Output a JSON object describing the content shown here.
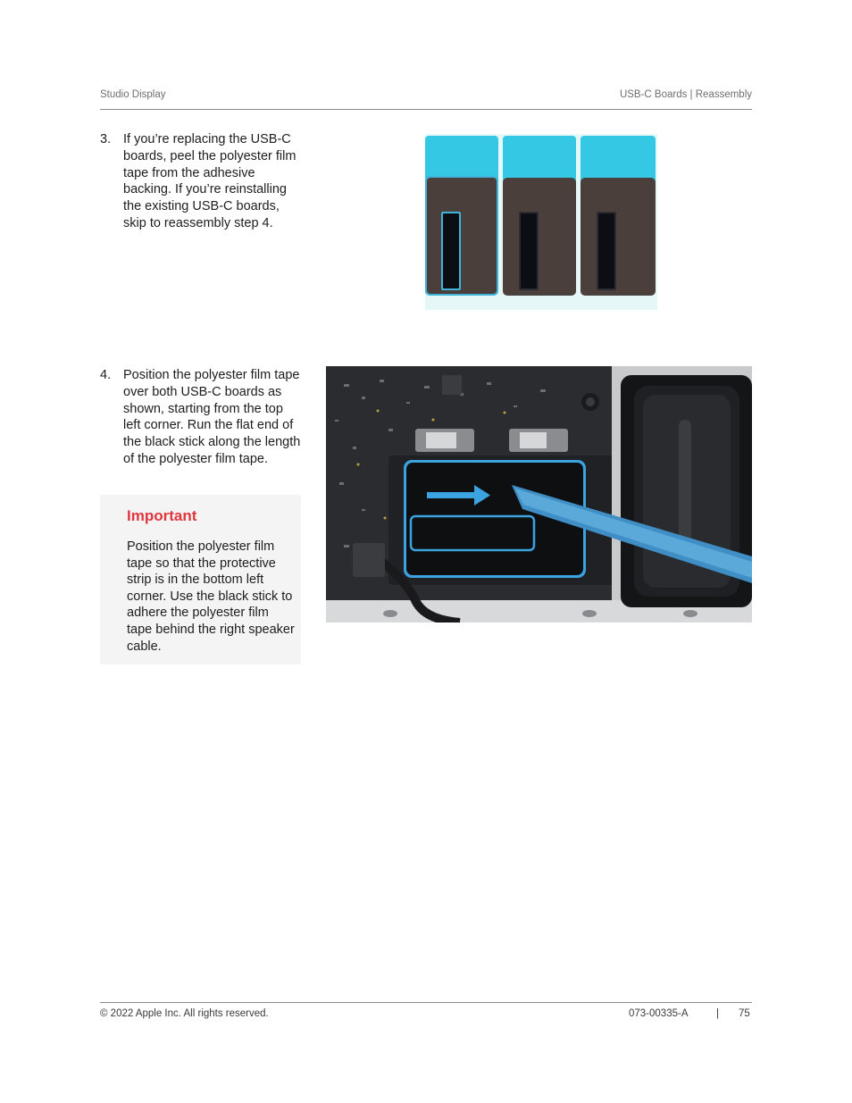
{
  "header": {
    "left": "Studio Display",
    "right": "USB-C Boards | Reassembly"
  },
  "steps": [
    {
      "number": "3.",
      "text": "If you’re replacing the USB-C boards, peel the polyester film tape from the adhesive backing. If you’re reinstalling the existing USB-C boards, skip to reassembly step 4."
    },
    {
      "number": "4.",
      "text": "Position the polyester film tape over both USB-C boards as shown, starting from the top left corner. Run the flat end of the black stick along the length of the polyester film tape."
    }
  ],
  "important": {
    "title": "Important",
    "body": "Position the polyester film tape so that the protective strip is in the bottom left corner. Use the black stick to adhere the polyester film tape behind the right speaker cable."
  },
  "figures": {
    "photo1": {
      "icon": "polyester-film-tape-photo"
    },
    "photo2": {
      "icon": "tape-placement-photo"
    }
  },
  "footer": {
    "copyright": "© 2022 Apple Inc. All rights reserved.",
    "doc_number": "073-00335-A",
    "separator": "|",
    "page": "75"
  },
  "colors": {
    "accent_red": "#e0373f",
    "highlight_blue": "#3aa3e0",
    "tape_cyan": "#34c8e4",
    "callout_bg": "#f4f4f4"
  }
}
